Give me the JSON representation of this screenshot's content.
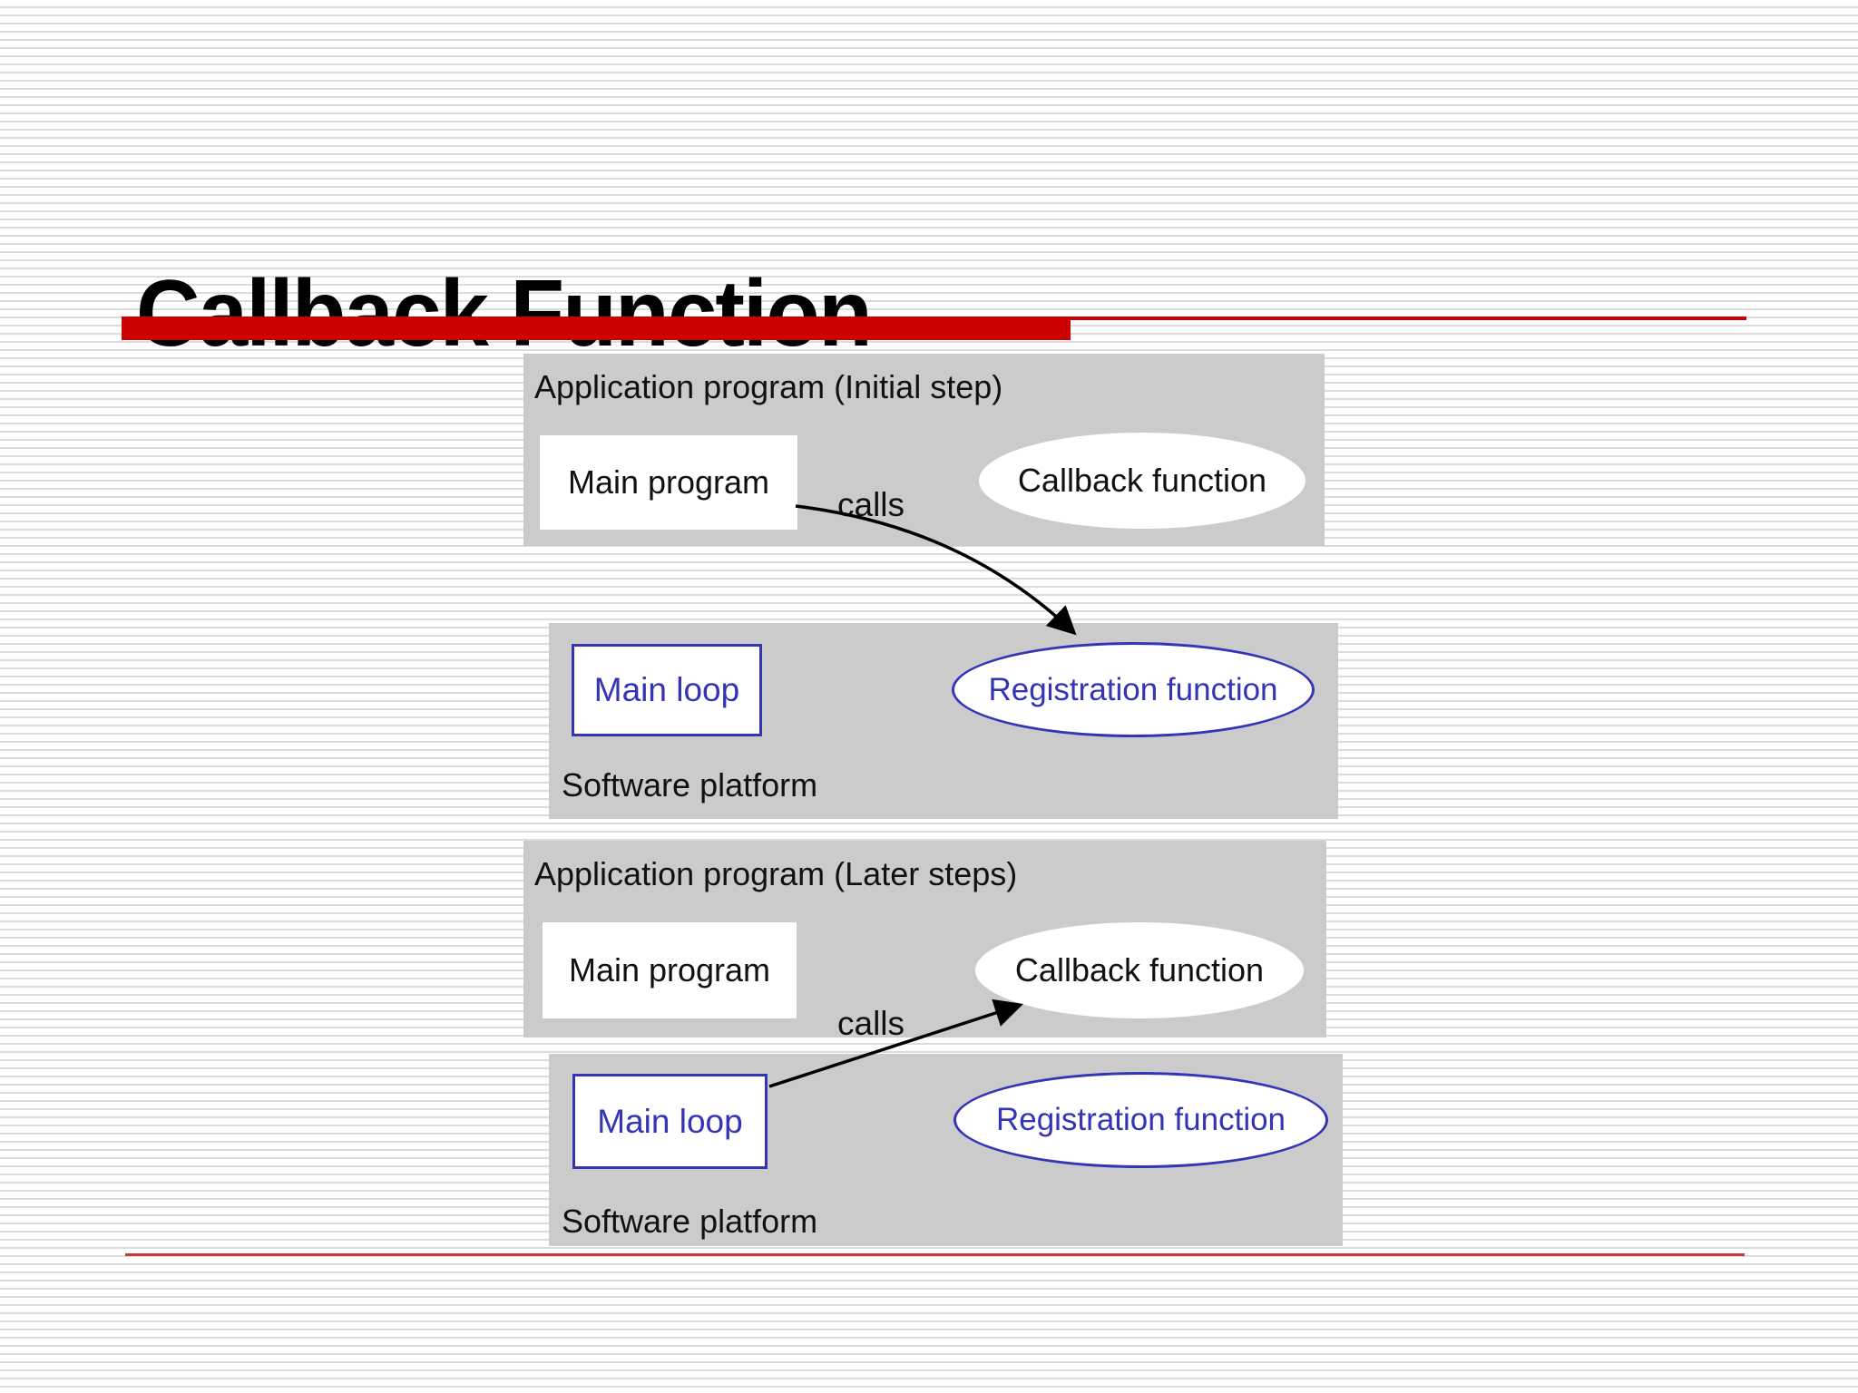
{
  "slide": {
    "title": "Callback Function"
  },
  "colors": {
    "accent_red": "#cc0000",
    "bottom_divider_red": "#c43b3b",
    "panel_gray": "#cbcbcb",
    "diagram_blue": "#3434b8",
    "stripe_gray": "#dcdcdc",
    "text_black": "#111111"
  },
  "diagram": {
    "app_initial": {
      "label": "Application program (Initial step)",
      "main_box": "Main program",
      "ellipse": "Callback function"
    },
    "platform_top": {
      "main_box": "Main loop",
      "ellipse": "Registration function",
      "label": "Software platform"
    },
    "app_later": {
      "label": "Application program (Later steps)",
      "main_box": "Main program",
      "ellipse": "Callback function"
    },
    "platform_bottom": {
      "main_box": "Main loop",
      "ellipse": "Registration function",
      "label": "Software platform"
    },
    "arrow1_label": "calls",
    "arrow2_label": "calls"
  }
}
